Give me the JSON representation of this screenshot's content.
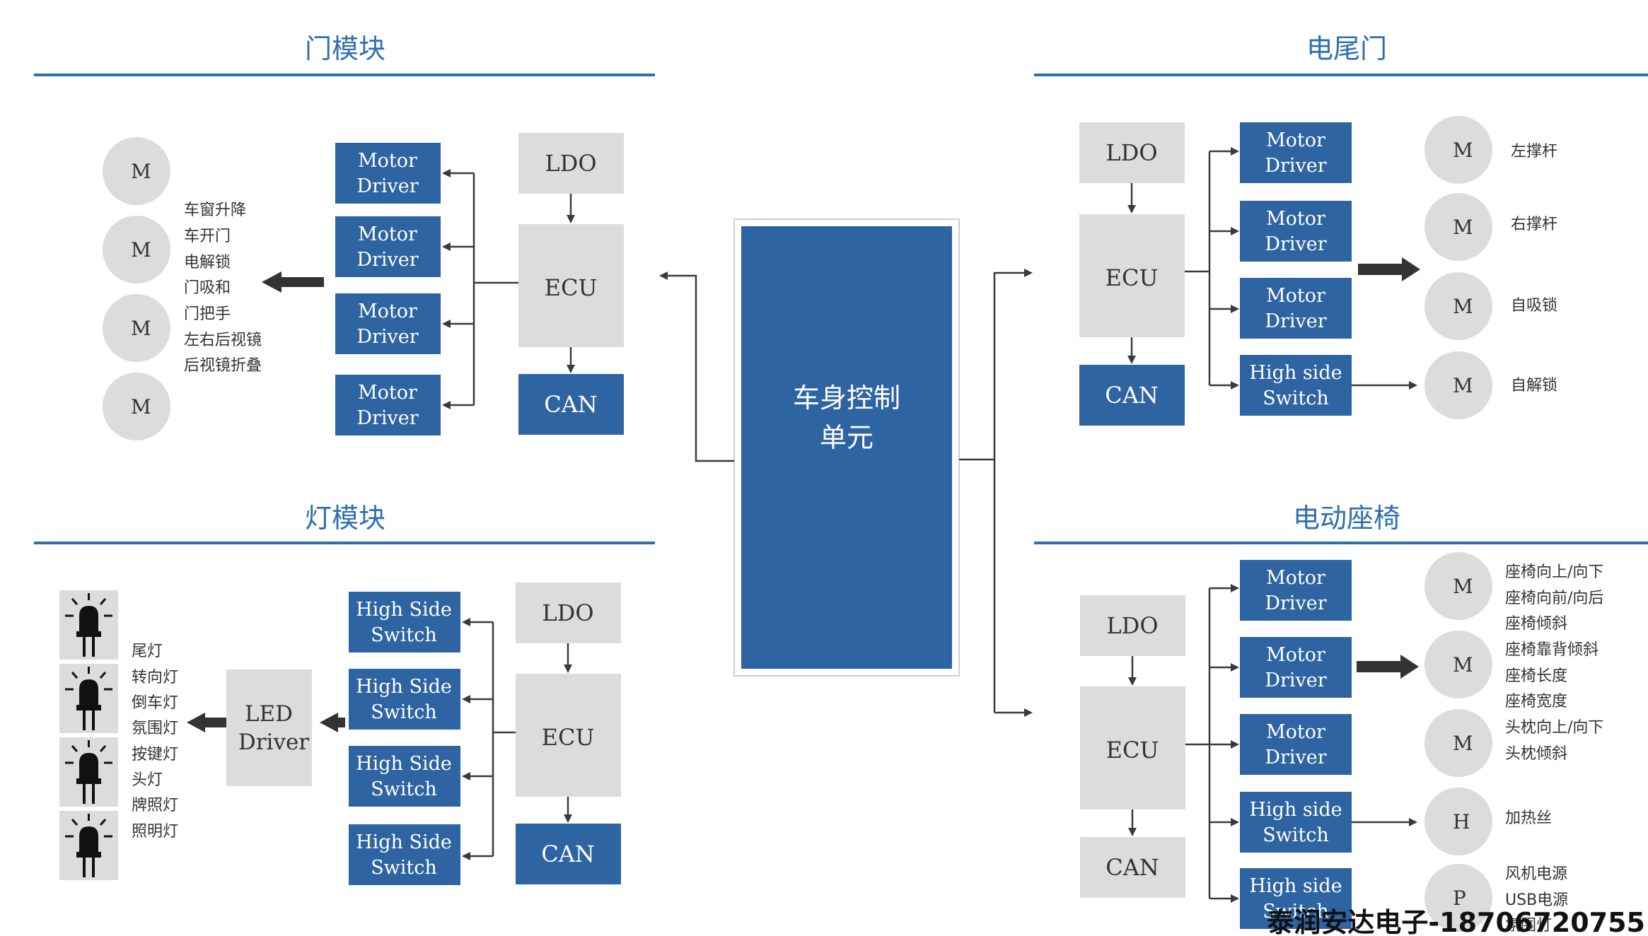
{
  "center": {
    "line1": "车身控制",
    "line2": "单元"
  },
  "door": {
    "title": "门模块",
    "ldo": "LDO",
    "ecu": "ECU",
    "can": "CAN",
    "drivers": [
      [
        "Motor",
        "Driver"
      ],
      [
        "Motor",
        "Driver"
      ],
      [
        "Motor",
        "Driver"
      ],
      [
        "Motor",
        "Driver"
      ]
    ],
    "motors": [
      "M",
      "M",
      "M",
      "M"
    ],
    "functions": [
      "车窗升降",
      "车开门",
      "电解锁",
      "门吸和",
      "门把手",
      "左右后视镜",
      "后视镜折叠"
    ]
  },
  "tailgate": {
    "title": "电尾门",
    "ldo": "LDO",
    "ecu": "ECU",
    "can": "CAN",
    "drivers": [
      [
        "Motor",
        "Driver"
      ],
      [
        "Motor",
        "Driver"
      ],
      [
        "Motor",
        "Driver"
      ],
      [
        "High side",
        "Switch"
      ]
    ],
    "motors": [
      "M",
      "M",
      "M",
      "M"
    ],
    "functions": [
      "左撑杆",
      "右撑杆",
      "自吸锁",
      "自解锁"
    ]
  },
  "lamp": {
    "title": "灯模块",
    "ldo": "LDO",
    "ecu": "ECU",
    "can": "CAN",
    "switches": [
      [
        "High Side",
        "Switch"
      ],
      [
        "High Side",
        "Switch"
      ],
      [
        "High Side",
        "Switch"
      ],
      [
        "High Side",
        "Switch"
      ]
    ],
    "led_driver": [
      "LED",
      "Driver"
    ],
    "functions": [
      "尾灯",
      "转向灯",
      "倒车灯",
      "氛围灯",
      "按键灯",
      "头灯",
      "牌照灯",
      "照明灯"
    ]
  },
  "seat": {
    "title": "电动座椅",
    "ldo": "LDO",
    "ecu": "ECU",
    "can": "CAN",
    "drivers": [
      [
        "Motor",
        "Driver"
      ],
      [
        "Motor",
        "Driver"
      ],
      [
        "Motor",
        "Driver"
      ],
      [
        "High side",
        "Switch"
      ],
      [
        "High side",
        "Switch"
      ]
    ],
    "actuators": [
      "M",
      "M",
      "M",
      "H",
      "P"
    ],
    "functions": [
      "座椅向上/向下",
      "座椅向前/向后",
      "座椅倾斜",
      "座椅靠背倾斜",
      "座椅长度",
      "座椅宽度",
      "头枕向上/向下",
      "头枕倾斜"
    ],
    "heater": "加热丝",
    "power": [
      "风机电源",
      "USB电源",
      "氛围灯"
    ]
  },
  "watermark": "泰润安达电子-18706720755",
  "colors": {
    "blue": "#2e64a2",
    "gray": "#dcdcdc",
    "title": "#2e6fb0"
  }
}
